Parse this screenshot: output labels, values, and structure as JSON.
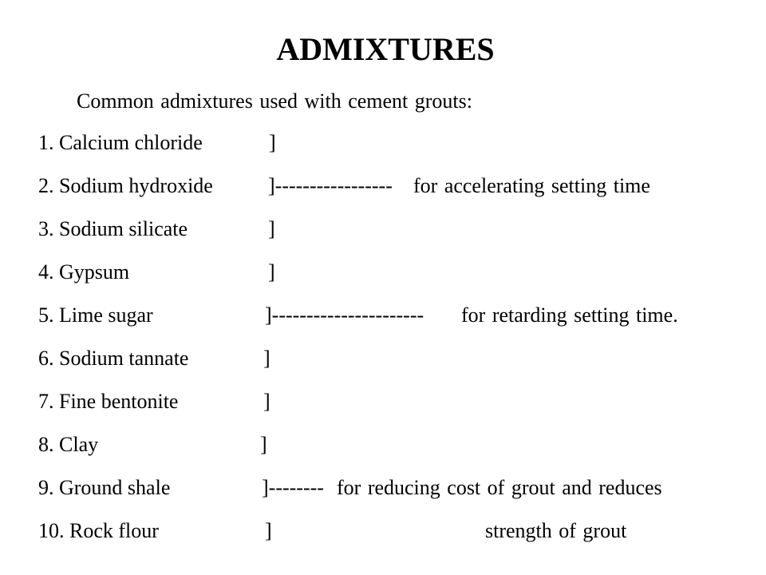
{
  "slide": {
    "title": "ADMIXTURES",
    "intro": "Common admixtures used with cement grouts:",
    "items": [
      {
        "text": "1. Calcium chloride",
        "bracket": "]",
        "note": ""
      },
      {
        "text": "2. Sodium hydroxide",
        "bracket": "]-----------------",
        "note": "for accelerating setting time"
      },
      {
        "text": "3. Sodium silicate",
        "bracket": "]",
        "note": ""
      },
      {
        "text": "4. Gypsum",
        "bracket": "]",
        "note": ""
      },
      {
        "text": "5. Lime sugar",
        "bracket": "]----------------------",
        "note": "for retarding setting time."
      },
      {
        "text": "6. Sodium tannate",
        "bracket": "]",
        "note": ""
      },
      {
        "text": "7. Fine bentonite",
        "bracket": "]",
        "note": ""
      },
      {
        "text": "8. Clay",
        "bracket": "]",
        "note": ""
      },
      {
        "text": "9. Ground shale",
        "bracket": "]--------",
        "note": "for reducing cost of grout and reduces"
      },
      {
        "text": "10. Rock flour",
        "bracket": "]",
        "note": "strength of grout"
      }
    ]
  }
}
